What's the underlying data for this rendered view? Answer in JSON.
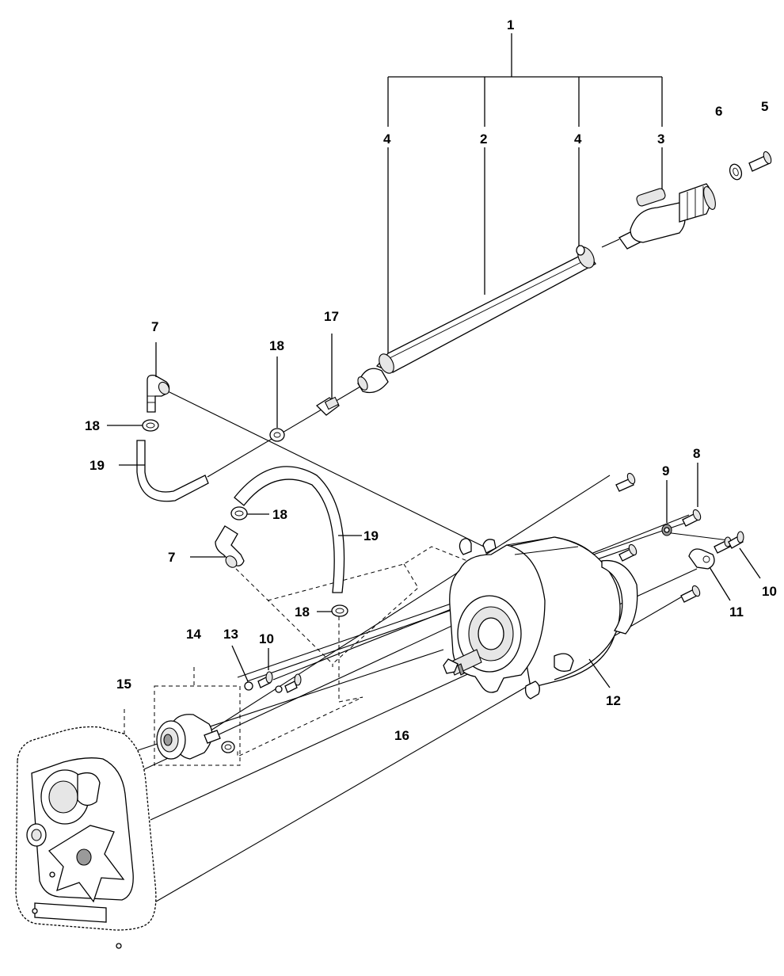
{
  "diagram": {
    "labels": {
      "1": "1",
      "2": "2",
      "3": "3",
      "4a": "4",
      "4b": "4",
      "5": "5",
      "6": "6",
      "7a": "7",
      "7b": "7",
      "8": "8",
      "9": "9",
      "10a": "10",
      "10b": "10",
      "11": "11",
      "12": "12",
      "13": "13",
      "14": "14",
      "15": "15",
      "16": "16",
      "17": "17",
      "18a": "18",
      "18b": "18",
      "18c": "18",
      "18d": "18",
      "19a": "19",
      "19b": "19"
    }
  }
}
